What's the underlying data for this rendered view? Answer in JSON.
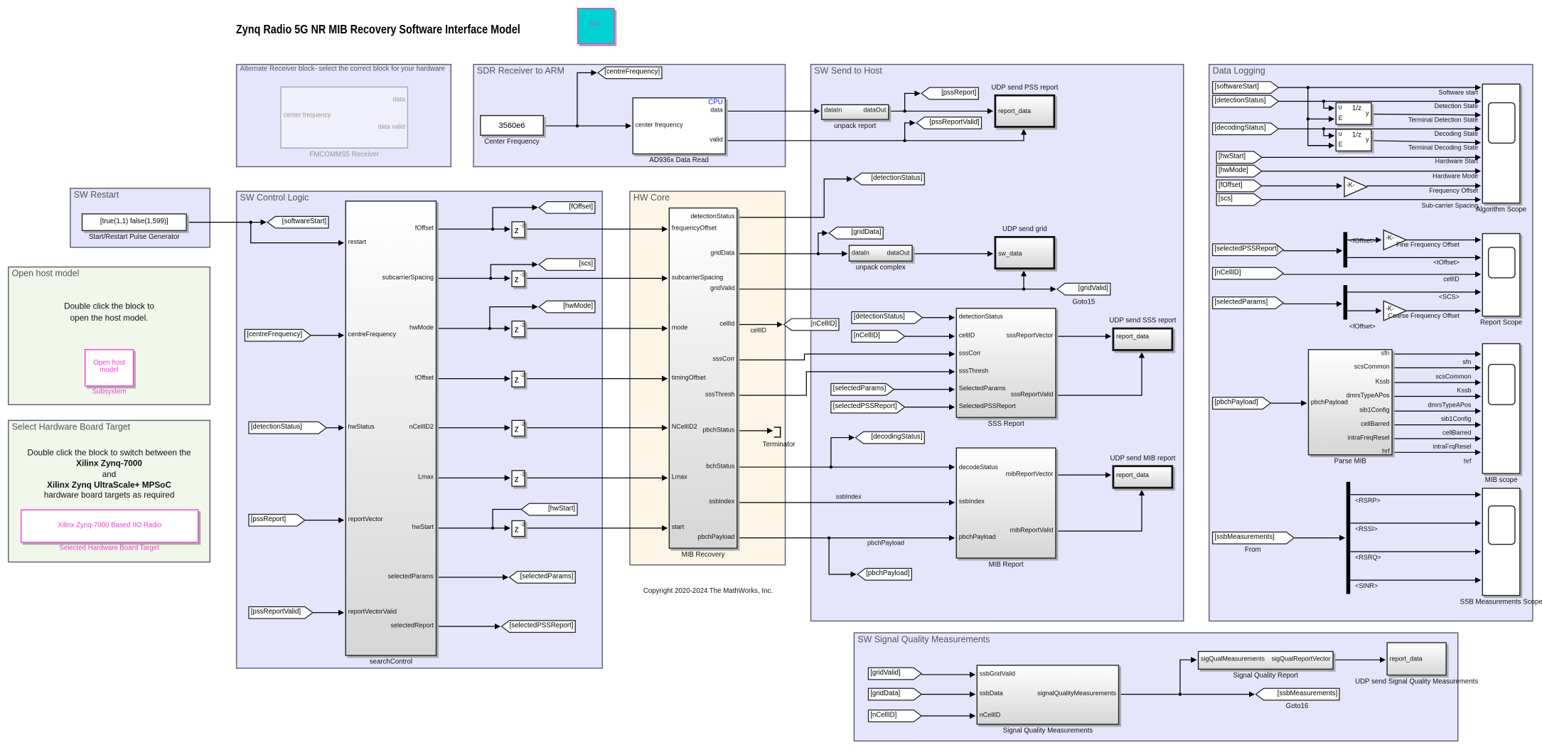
{
  "title": "Zynq Radio 5G NR MIB Recovery Software Interface Model",
  "info_label": "Info",
  "colors": {
    "area": "#e5e5fb",
    "host_area": "#f1f7ea",
    "hw_core": "#fdf5e6",
    "info_block": "#00d2d2",
    "link_pink": "#f03cd2",
    "cpu_blue": "#1a1aff"
  },
  "areas": {
    "alt_receiver": "Alternate Receiver block- select the correct block for your hardware",
    "sdr": "SDR Receiver to ARM",
    "sw_restart": "SW Restart",
    "open_host": "Open host model",
    "select_hw": "Select Hardware Board Target",
    "sw_control": "SW Control Logic",
    "hw_core": "HW Core",
    "send_host": "SW Send to Host",
    "data_logging": "Data Logging",
    "signal_quality": "SW Signal Quality Measurements"
  },
  "open_host": {
    "text1": "Double click the block to",
    "text2": "open the host model.",
    "block": "Open host model",
    "label": "Subsystem"
  },
  "select_hw": {
    "line1": "Double click the block to switch between the",
    "line2": "Xilinx Zynq-7000",
    "line3": "and",
    "line4": "Xilinx Zynq UltraScale+ MPSoC",
    "line5": "hardware board targets as required",
    "block": "Xilinx Zynq-7000 Based IIO Radio",
    "label": "Selected Hardware Board Target"
  },
  "copyright": "Copyright 2020-2024 The MathWorks, Inc.",
  "blocks": {
    "fmcomms5": {
      "label": "FMCOMMS5 Receiver",
      "in": [
        "center frequency"
      ],
      "out": [
        "data",
        "data valid"
      ]
    },
    "const_cf": {
      "label": "Center Frequency",
      "value": "3560e6",
      "in": [],
      "out": []
    },
    "ad936x": {
      "label": "AD936x Data Read",
      "badge": "CPU",
      "in": [
        "center frequency"
      ],
      "out": [
        "data",
        "valid"
      ]
    },
    "pulse": {
      "label": "Start/Restart Pulse Generator",
      "value": "[true(1,1) false(1,599)]",
      "in": [],
      "out": []
    },
    "search_control": {
      "label": "searchControl",
      "in": [
        "restart",
        "centreFrequency",
        "hwStatus",
        "reportVector",
        "reportVectorValid"
      ],
      "out": [
        "fOffset",
        "subcarrierSpacing",
        "hwMode",
        "tOffset",
        "nCellID2",
        "Lmax",
        "hwStart",
        "selectedParams",
        "selectedReport"
      ]
    },
    "mib_recovery": {
      "label": "MIB Recovery",
      "in": [
        "frequencyOffset",
        "subcarrierSpacing",
        "mode",
        "timingOffset",
        "NCellID2",
        "Lmax",
        "start"
      ],
      "out": [
        "detectionStatus",
        "gridData",
        "gridValid",
        "cellId",
        "sssCorr",
        "sssThresh",
        "pbchStatus",
        "bchStatus",
        "ssbIndex",
        "pbchPayload"
      ]
    },
    "unpack_report": {
      "label": "unpack report",
      "in": [
        "dataIn"
      ],
      "out": [
        "dataOut"
      ]
    },
    "udp_pss": {
      "label": "UDP send PSS report",
      "in": [
        "report_data"
      ],
      "out": []
    },
    "unpack_complex": {
      "label": "unpack complex",
      "in": [
        "dataIn"
      ],
      "out": [
        "dataOut"
      ]
    },
    "udp_grid": {
      "label": "UDP send grid",
      "in": [
        "sw_data"
      ],
      "out": []
    },
    "sss_report": {
      "label": "SSS Report",
      "in": [
        "detectionStatus",
        "cellID",
        "sssCorr",
        "sssThresh",
        "SelectedParams",
        "SelectedPSSReport"
      ],
      "out": [
        "sssReportVector",
        "sssReportValid"
      ]
    },
    "udp_sss": {
      "label": "UDP send SSS report",
      "in": [
        "report_data"
      ],
      "out": []
    },
    "mib_report": {
      "label": "MIB Report",
      "in": [
        "decodeStatus",
        "ssbIndex",
        "pbchPayload"
      ],
      "out": [
        "mibReportVector",
        "mibReportValid"
      ]
    },
    "udp_mib": {
      "label": "UDP send MIB report",
      "in": [
        "report_data"
      ],
      "out": []
    },
    "hold1": {
      "label": "",
      "value": "1/z",
      "in": [
        "u",
        "E"
      ],
      "out": [
        "y"
      ]
    },
    "hold2": {
      "label": "",
      "value": "1/z",
      "in": [
        "u",
        "E"
      ],
      "out": [
        "y"
      ]
    },
    "algo_scope": {
      "label": "Algorithm Scope",
      "in": [],
      "out": []
    },
    "report_scope": {
      "label": "Report Scope",
      "in": [],
      "out": []
    },
    "parse_mib": {
      "label": "Parse MIB",
      "in": [
        "pbchPayload"
      ],
      "out": [
        "sfn",
        "scsCommon",
        "Kssb",
        "dmrsTypeAPos",
        "sib1Config",
        "cellBarred",
        "intraFreqResel",
        "hrf"
      ]
    },
    "mib_scope": {
      "label": "MIB scope",
      "in": [],
      "out": []
    },
    "ssb_scope": {
      "label": "SSB Measurements Scope",
      "in": [],
      "out": []
    },
    "sq_meas": {
      "label": "Signal Quality Measurements",
      "in": [
        "ssbGridValid",
        "ssbData",
        "nCellID"
      ],
      "out": [
        "signalQualityMeasurements"
      ]
    },
    "sq_report": {
      "label": "Signal Quality Report",
      "in": [
        "sigQualMeasurements"
      ],
      "out": [
        "sigQualReportVector"
      ]
    },
    "udp_sq": {
      "label": "UDP send Signal Quality Measurements",
      "in": [
        "report_data"
      ],
      "out": []
    }
  },
  "delay_label": "z",
  "delay_exp": "-2",
  "gain_label": "-K-",
  "terminator_label": "Terminator",
  "tags": [
    "[centreFrequency]",
    "[softwareStart]",
    "[centreFrequency]",
    "[detectionStatus]",
    "[pssReport]",
    "[pssReportValid]",
    "[fOffset]",
    "[scs]",
    "[hwMode]",
    "[hwStart]",
    "[selectedParams]",
    "[selectedPSSReport]",
    "[nCellID]",
    "[pssReport]",
    "[pssReportValid]",
    "[detectionStatus]",
    "[gridData]",
    "[gridValid]",
    "[detectionStatus]",
    "[nCellID]",
    "[selectedParams]",
    "[selectedPSSReport]",
    "[decodingStatus]",
    "[pbchPayload]",
    "[softwareStart]",
    "[detectionStatus]",
    "[decodingStatus]",
    "[hwStart]",
    "[hwMode]",
    "[fOffset]",
    "[scs]",
    "[selectedPSSReport]",
    "[nCellID]",
    "[selectedParams]",
    "[pbchPayload]",
    "[ssbMeasurements]",
    "[gridValid]",
    "[gridData]",
    "[nCellID]",
    "[ssbMeasurements]"
  ],
  "tag_labels": {
    "goto15": "Goto15",
    "from": "From",
    "goto16": "Goto16"
  },
  "signal_labels": {
    "cellID": "cellID",
    "ssbIndex": "ssbIndex",
    "pbchPayload": "pbchPayload"
  },
  "algorithm_scope_signals": [
    "Software start",
    "Detection State",
    "Terminal Detection State",
    "Decoding State",
    "Terminal Decoding State",
    "Hardware Start",
    "Hardware Mode",
    "Frequency Offset",
    "Sub-carrier Spacing"
  ],
  "report_scope_signals": [
    "<fOffset>",
    "Fine Frequency Offset",
    "<tOffset>",
    "cellID",
    "<SCS>",
    "<fOffset>",
    "Coarse Frequency Offset"
  ],
  "mib_scope_signals": [
    "sfn",
    "scsCommon",
    "Kssb",
    "dmrsTypeAPos",
    "sib1Config",
    "cellBarred",
    "intraFrqResel",
    "hrf"
  ],
  "ssb_scope_signals": [
    "<RSRP>",
    "<RSSI>",
    "<RSRQ>",
    "<SINR>"
  ]
}
